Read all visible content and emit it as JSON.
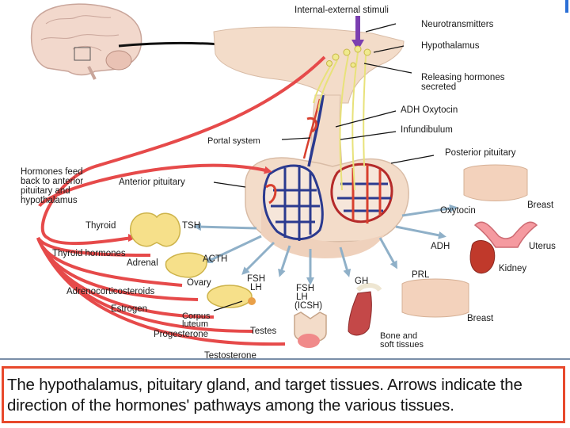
{
  "labels": {
    "stimuli": "Internal-external stimuli",
    "neurotransmitters": "Neurotransmitters",
    "hypothalamus": "Hypothalamus",
    "releasing_line1": "Releasing hormones",
    "releasing_line2": "secreted",
    "adh_oxytocin": "ADH Oxytocin",
    "infundibulum": "Infundibulum",
    "portal_system": "Portal system",
    "posterior_pituitary": "Posterior pituitary",
    "feedback_line1": "Hormones feed",
    "feedback_line2": "back to anterior",
    "feedback_line3": "pituitary and",
    "feedback_line4": "hypothalamus",
    "anterior_pituitary": "Anterior pituitary",
    "thyroid": "Thyroid",
    "tsh": "TSH",
    "thyroid_hormones": "Thyroid hormones",
    "adrenal": "Adrenal",
    "acth": "ACTH",
    "ovary": "Ovary",
    "adrenocorticosteroids": "Adrenocorticosteroids",
    "fsh1": "FSH",
    "lh1": "LH",
    "fsh2": "FSH",
    "lh2": "LH",
    "icsh": "(ICSH)",
    "gh": "GH",
    "estrogen": "Estrogen",
    "corpus": "Corpus",
    "luteum": "luteum",
    "progesterone": "Progesterone",
    "testes": "Testes",
    "testosterone": "Testosterone",
    "oxytocin": "Oxytocin",
    "breast_top": "Breast",
    "adh": "ADH",
    "uterus": "Uterus",
    "kidney": "Kidney",
    "prl": "PRL",
    "breast_bottom": "Breast",
    "bone_line1": "Bone and",
    "bone_line2": "soft tissues"
  },
  "caption": {
    "text": "The hypothalamus, pituitary gland, and target tissues. Arrows indicate the direction of the hormones' pathways among the various tissues."
  },
  "colors": {
    "red_pathway": "#e64a4a",
    "blue_arrow": "#8fb0c8",
    "vessel_blue": "#2b3a8f",
    "vessel_red": "#d8402f",
    "tissue": "#f3dcc9",
    "neurons": "#e8e27a",
    "stimulus_arrow": "#7b3fb0",
    "caption_border": "#e8492c"
  }
}
